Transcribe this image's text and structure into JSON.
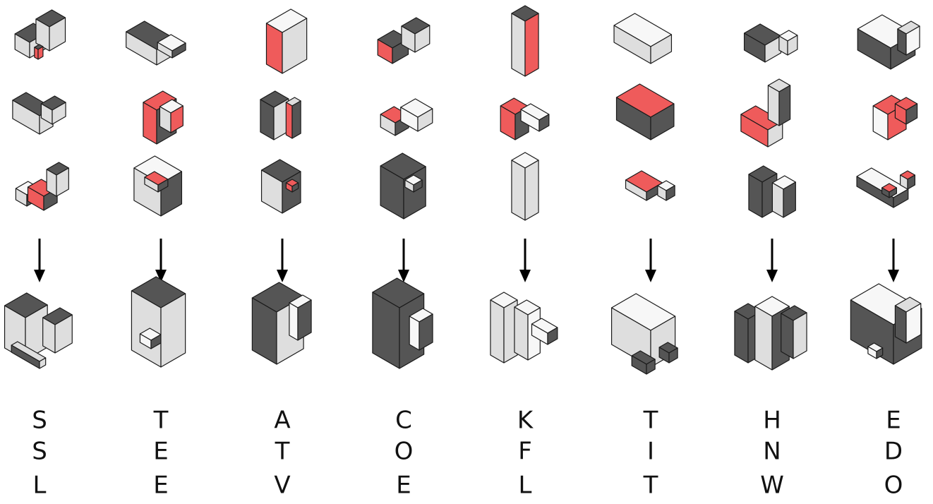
{
  "colors": {
    "dark": "#555555",
    "light": "#dedede",
    "white": "#f7f7f7",
    "red": "#ef5b5b",
    "stroke": "#1a1a1a",
    "arrow": "#000000"
  },
  "columns": [
    {
      "id": "c1",
      "letters": [
        "S",
        "S",
        "L"
      ],
      "parts": [
        [
          "l-shape",
          "wedge-block",
          "block-notch"
        ]
      ]
    },
    {
      "id": "c2",
      "letters": [
        "T",
        "E",
        "E"
      ]
    },
    {
      "id": "c3",
      "letters": [
        "A",
        "T",
        "V"
      ]
    },
    {
      "id": "c4",
      "letters": [
        "C",
        "O",
        "E"
      ]
    },
    {
      "id": "c5",
      "letters": [
        "K",
        "F",
        "L"
      ]
    },
    {
      "id": "c6",
      "letters": [
        "T",
        "I",
        "T"
      ]
    },
    {
      "id": "c7",
      "letters": [
        "H",
        "N",
        "W"
      ]
    },
    {
      "id": "c8",
      "letters": [
        "E",
        "D",
        "O"
      ]
    }
  ],
  "icons": {
    "arrow": "down-arrow-icon",
    "part": "puzzle-part-icon",
    "assembled": "assembled-cube-icon"
  }
}
